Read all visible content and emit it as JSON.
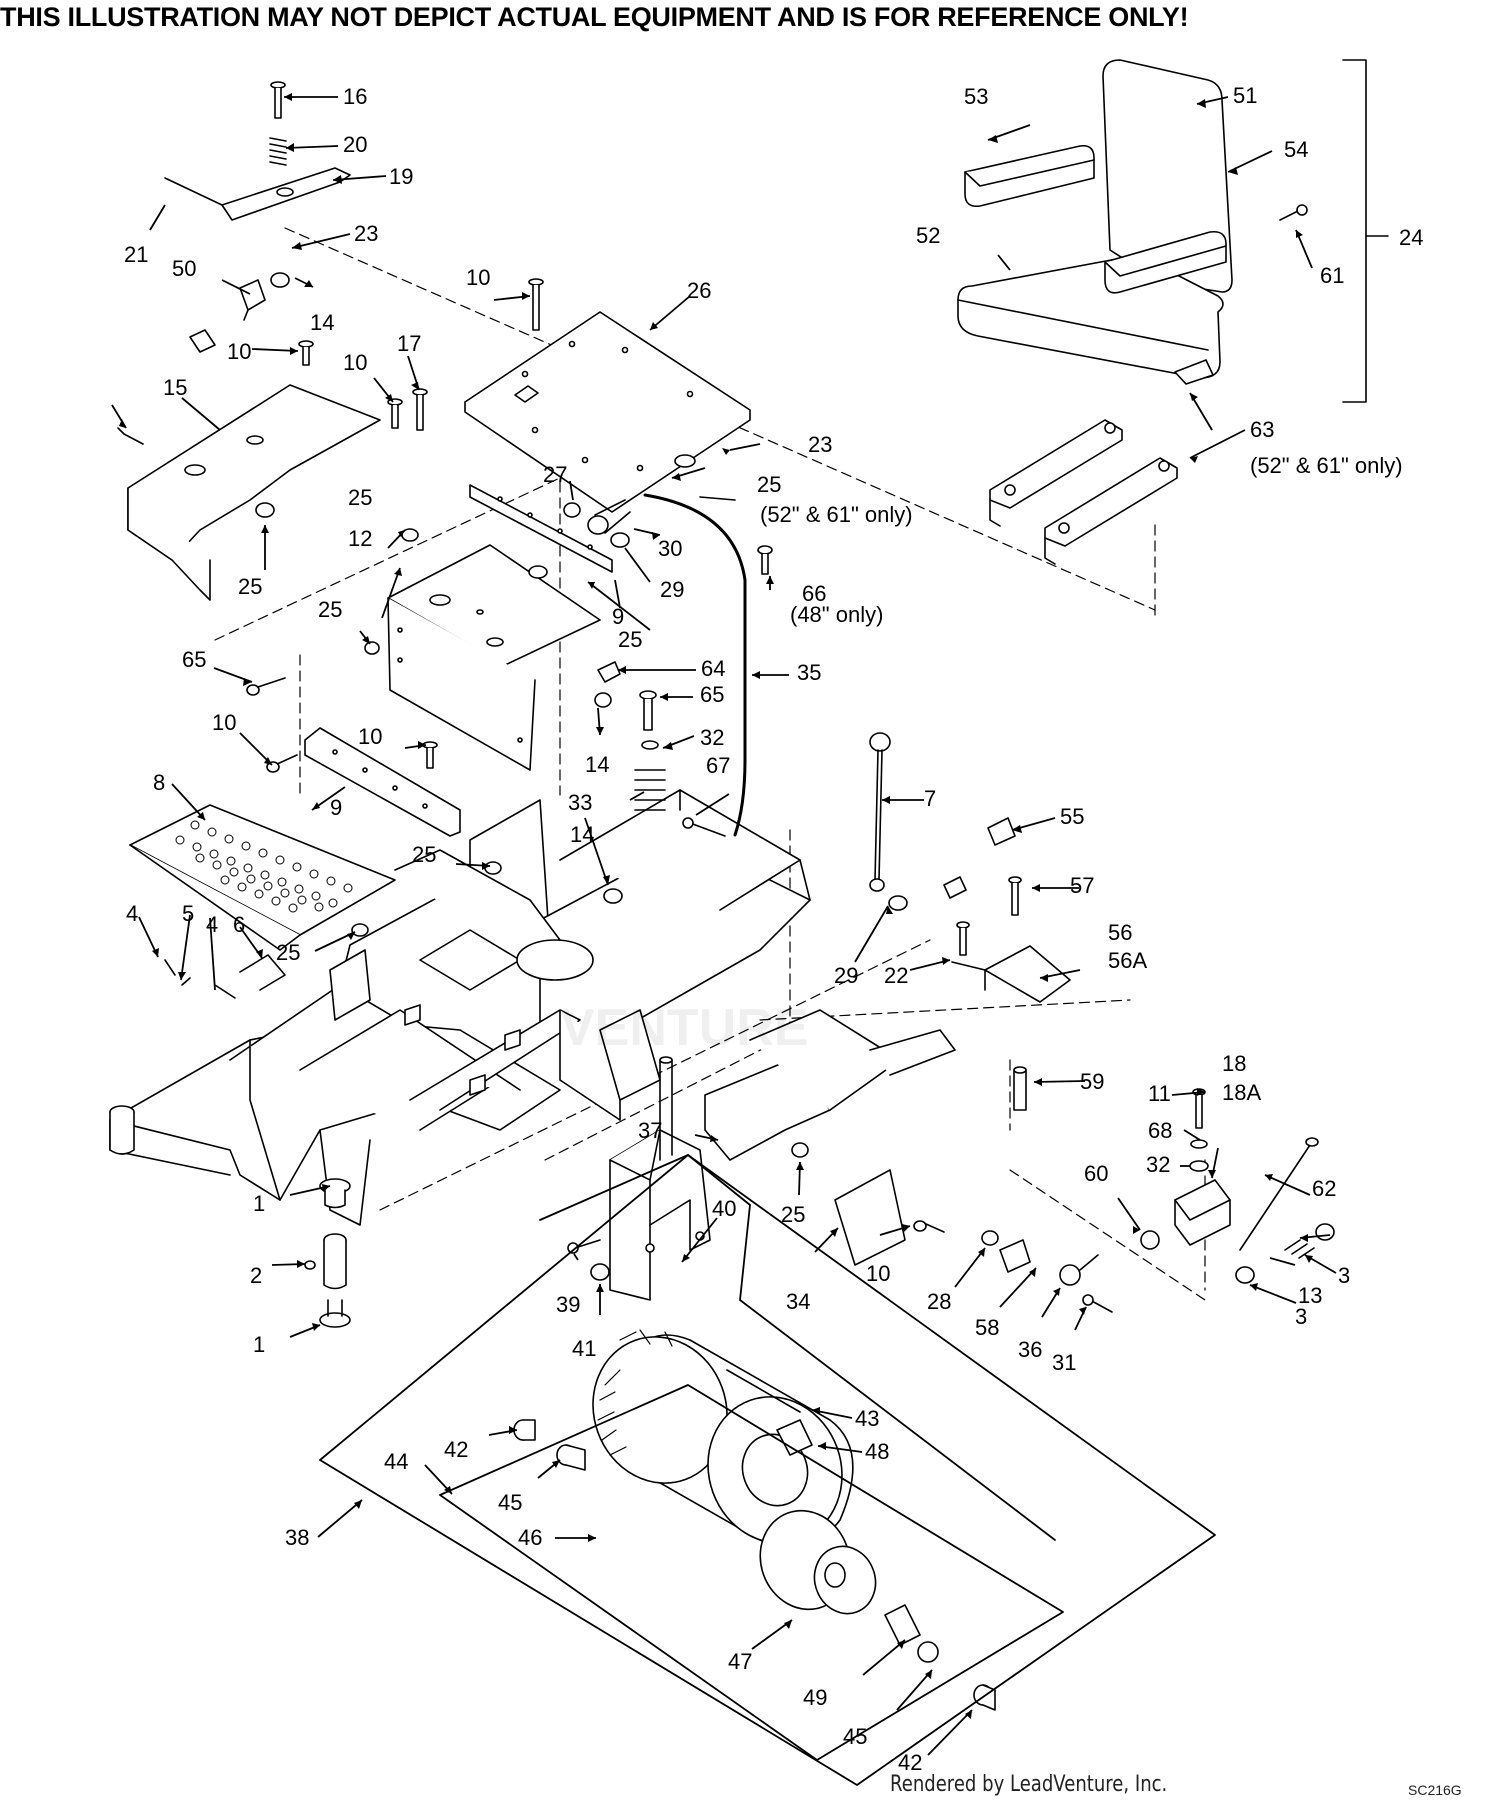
{
  "banner": "THIS ILLUSTRATION MAY NOT DEPICT ACTUAL EQUIPMENT AND IS  FOR REFERENCE ONLY!",
  "credit": "Rendered by LeadVenture, Inc.",
  "diagram_code": "SC216G",
  "notes": {
    "n52_61_a": "(52\" & 61\" only)",
    "n52_61_b": "(52\" & 61\" only)",
    "n48": "(48\" only)"
  },
  "callouts": [
    "16",
    "20",
    "19",
    "21",
    "23",
    "50",
    "14",
    "10",
    "15",
    "10",
    "17",
    "10",
    "26",
    "23",
    "25",
    "27",
    "30",
    "29",
    "9",
    "25",
    "25",
    "12",
    "25",
    "66",
    "25",
    "65",
    "64",
    "65",
    "35",
    "14",
    "32",
    "67",
    "10",
    "10",
    "9",
    "8",
    "33",
    "14",
    "25",
    "7",
    "55",
    "57",
    "4",
    "5",
    "4",
    "6",
    "25",
    "29",
    "22",
    "56",
    "56A",
    "59",
    "18",
    "18A",
    "11",
    "68",
    "32",
    "62",
    "60",
    "37",
    "25",
    "10",
    "34",
    "28",
    "58",
    "36",
    "31",
    "3",
    "13",
    "3",
    "1",
    "2",
    "1",
    "40",
    "39",
    "41",
    "43",
    "42",
    "48",
    "44",
    "45",
    "46",
    "38",
    "47",
    "49",
    "45",
    "42",
    "53",
    "51",
    "54",
    "52",
    "61",
    "24",
    "63"
  ]
}
